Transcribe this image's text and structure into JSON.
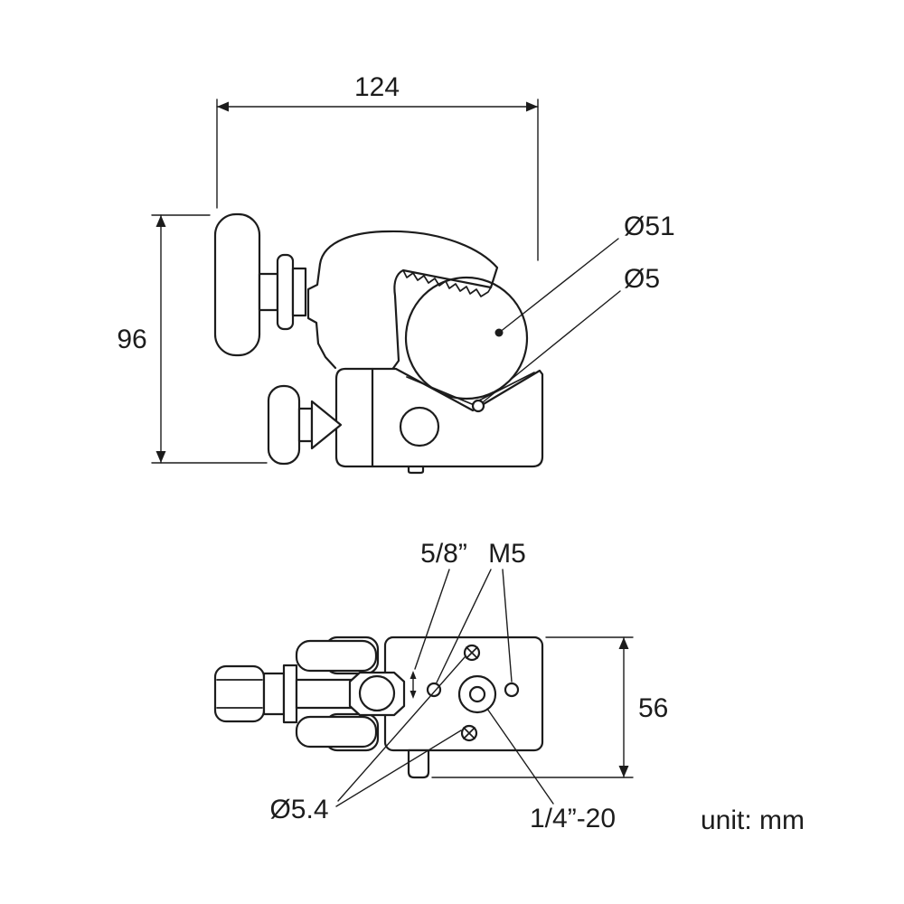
{
  "unit_label": "unit: mm",
  "side_view": {
    "dim_width": "124",
    "dim_height": "96",
    "label_pipe_diameter": "Ø51",
    "label_hole_diameter": "Ø5"
  },
  "bottom_view": {
    "label_socket": "5/8”",
    "label_m5": "M5",
    "dim_depth": "56",
    "label_through_holes": "Ø5.4",
    "label_thread": "1/4”-20"
  },
  "colors": {
    "line": "#1c1c1c",
    "background": "#ffffff"
  }
}
